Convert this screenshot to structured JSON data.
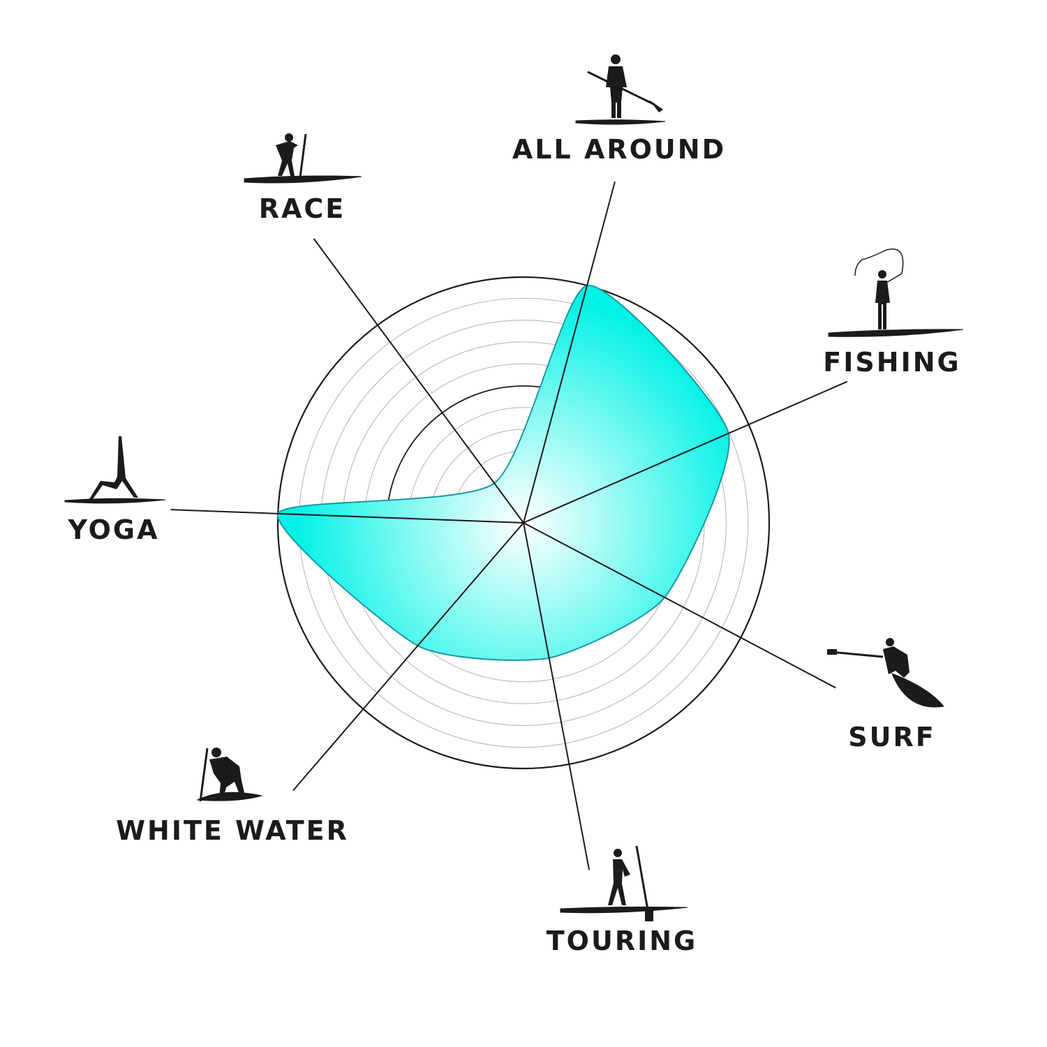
{
  "chart_data": {
    "type": "radar",
    "title": "",
    "categories": [
      "ALL AROUND",
      "FISHING",
      "SURF",
      "TOURING",
      "WHITE WATER",
      "YOGA",
      "RACE"
    ],
    "values": [
      10,
      9.1,
      6.5,
      5.6,
      6.6,
      10,
      2
    ],
    "range": [
      0,
      10
    ],
    "grid": true,
    "icons": [
      "paddler-all-around-icon",
      "fishing-icon",
      "surf-icon",
      "touring-icon",
      "white-water-icon",
      "yoga-icon",
      "race-icon"
    ],
    "colors": {
      "fill": "#00f2e6",
      "stroke": "#1a97a0",
      "axis": "#1b1b1b",
      "grid": "#bdbdbd"
    }
  }
}
